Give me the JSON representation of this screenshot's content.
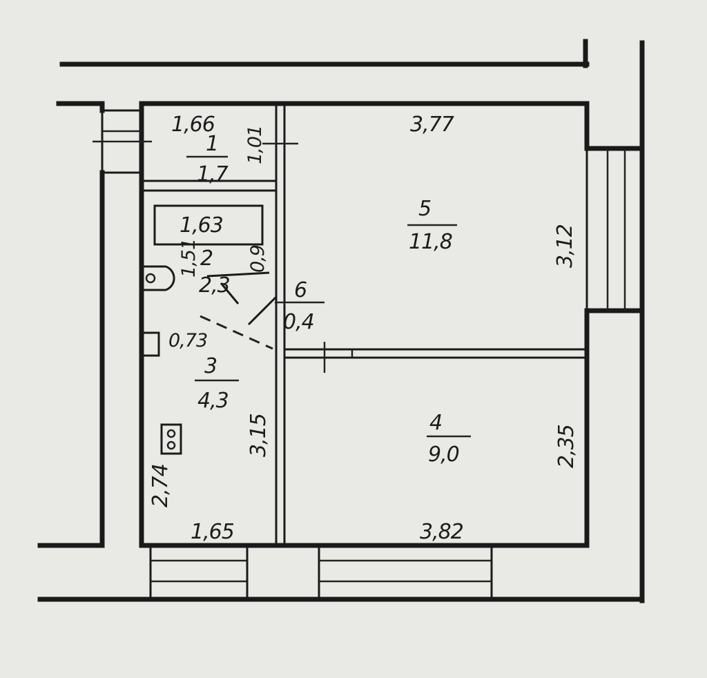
{
  "rooms": [
    {
      "number": "1",
      "area": "1,7"
    },
    {
      "number": "2",
      "area": "2,3"
    },
    {
      "number": "3",
      "area": "4,3"
    },
    {
      "number": "4",
      "area": "9,0"
    },
    {
      "number": "5",
      "area": "11,8"
    },
    {
      "number": "6",
      "area": "0,4"
    }
  ],
  "dimensions": {
    "top_left_width": "1,66",
    "top_right_width": "3,77",
    "hall_depth": "1,01",
    "bath_width": "1,63",
    "bath_depth": "1,51",
    "door_gap": "0,9",
    "wc_width": "0,73",
    "kitchen_depth": "3,15",
    "left_depth": "2,74",
    "bottom_left_width": "1,65",
    "bottom_right_width": "3,82",
    "room5_depth": "3,12",
    "room4_depth": "2,35"
  },
  "colors": {
    "paper": "#e9e9e5",
    "ink": "#1a1a1a"
  }
}
